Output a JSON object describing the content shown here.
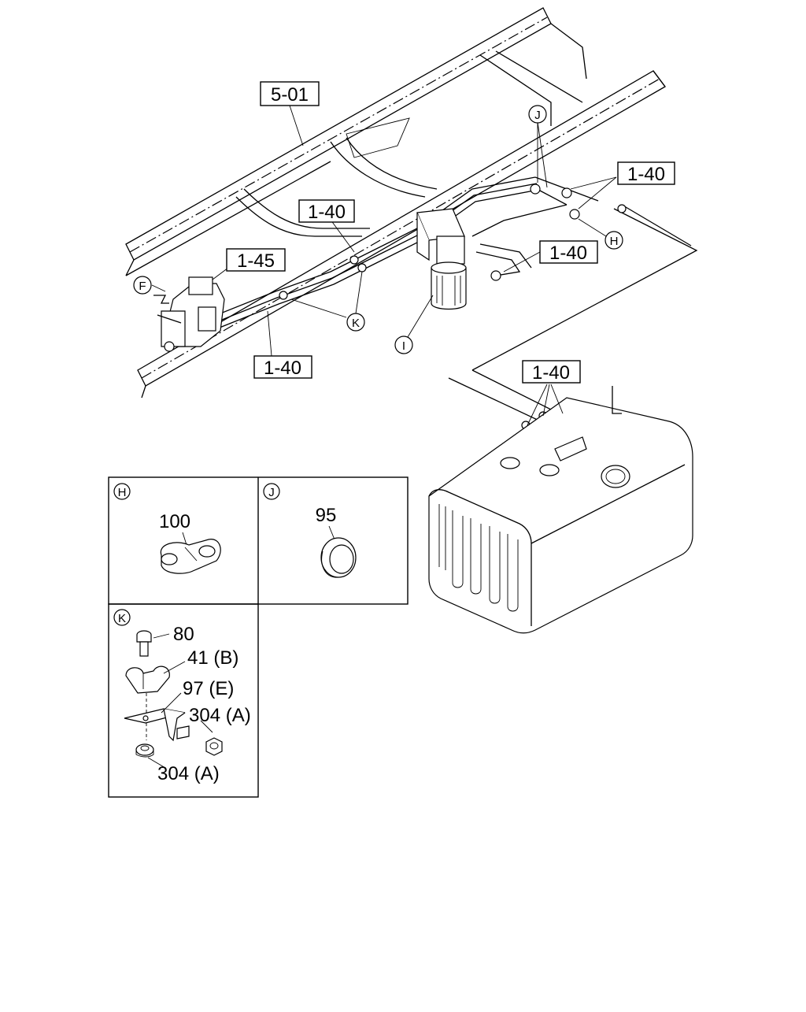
{
  "diagram": {
    "callouts": {
      "c501": "5-01",
      "c140_left": "1-40",
      "c140_right_top": "1-40",
      "c140_mid": "1-40",
      "c140_bottom": "1-40",
      "c140_tank": "1-40",
      "c145": "1-45"
    },
    "circle_refs": {
      "F": "F",
      "J": "J",
      "H": "H",
      "K": "K",
      "I": "I"
    },
    "details": {
      "H": {
        "tag": "H",
        "part": "100"
      },
      "J": {
        "tag": "J",
        "part": "95"
      },
      "K": {
        "tag": "K",
        "parts": {
          "bolt": "80",
          "clip": "41 (B)",
          "bracket": "97 (E)",
          "nut_right": "304 (A)",
          "nut_bottom": "304 (A)"
        }
      }
    }
  }
}
